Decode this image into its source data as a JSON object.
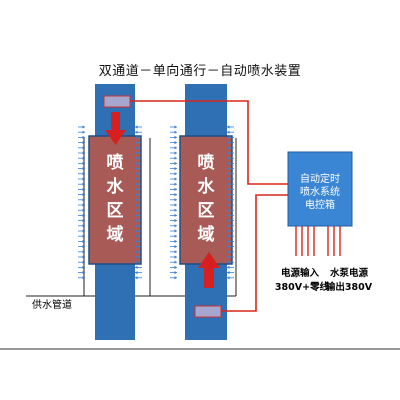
{
  "title": "双通道－单向通行－自动喷水装置",
  "zone_label_chars": [
    "喷",
    "水",
    "区",
    "域"
  ],
  "controller": {
    "lines": [
      "自动定时",
      "喷水系统",
      "电控箱"
    ]
  },
  "power_input": [
    "电源输入",
    "380V+零线"
  ],
  "pump_output": [
    "水泵电源",
    "输出380V"
  ],
  "supply_pipe_label": "供水管道",
  "colors": {
    "channel_blue": "#2f6fb3",
    "zone_red": "#a85a57",
    "arrow_red": "#d61f1f",
    "wire_red": "#d9261c",
    "controller_blue": "#3a86d4",
    "sensor_fill": "#a7a6cf"
  },
  "icons": {
    "entry_arrow": "down-arrow",
    "exit_arrow": "up-arrow",
    "spray": "spray-arrows"
  }
}
